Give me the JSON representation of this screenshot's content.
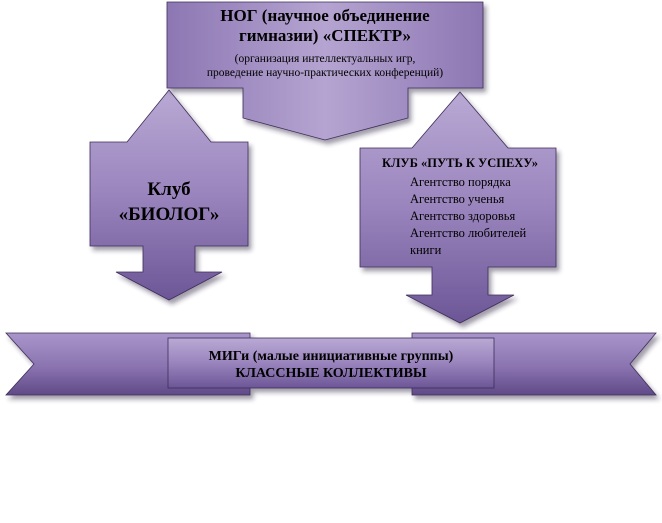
{
  "nog": {
    "title_line1": "НОГ (научное объединение",
    "title_line2": "гимназии) «СПЕКТР»",
    "subtitle_line1": "(организация интеллектуальных игр,",
    "subtitle_line2": "проведение научно-практических конференций)"
  },
  "biolog": {
    "line1": "Клуб",
    "line2": "«БИОЛОГ»"
  },
  "put_k_uspehu": {
    "title": "КЛУБ «ПУТЬ К УСПЕХУ»",
    "items": [
      "Агентство порядка",
      "Агентство ученья",
      "Агентство здоровья",
      "Агентство любителей книги"
    ]
  },
  "migi": {
    "line1": "МИГи (малые инициативные группы)",
    "line2": "КЛАССНЫЕ КОЛЛЕКТИВЫ"
  },
  "colors": {
    "box_fill_light": "#b9a9d4",
    "box_fill_dark": "#6c5696",
    "edge": "#3e2e5a",
    "text": "#000000"
  }
}
